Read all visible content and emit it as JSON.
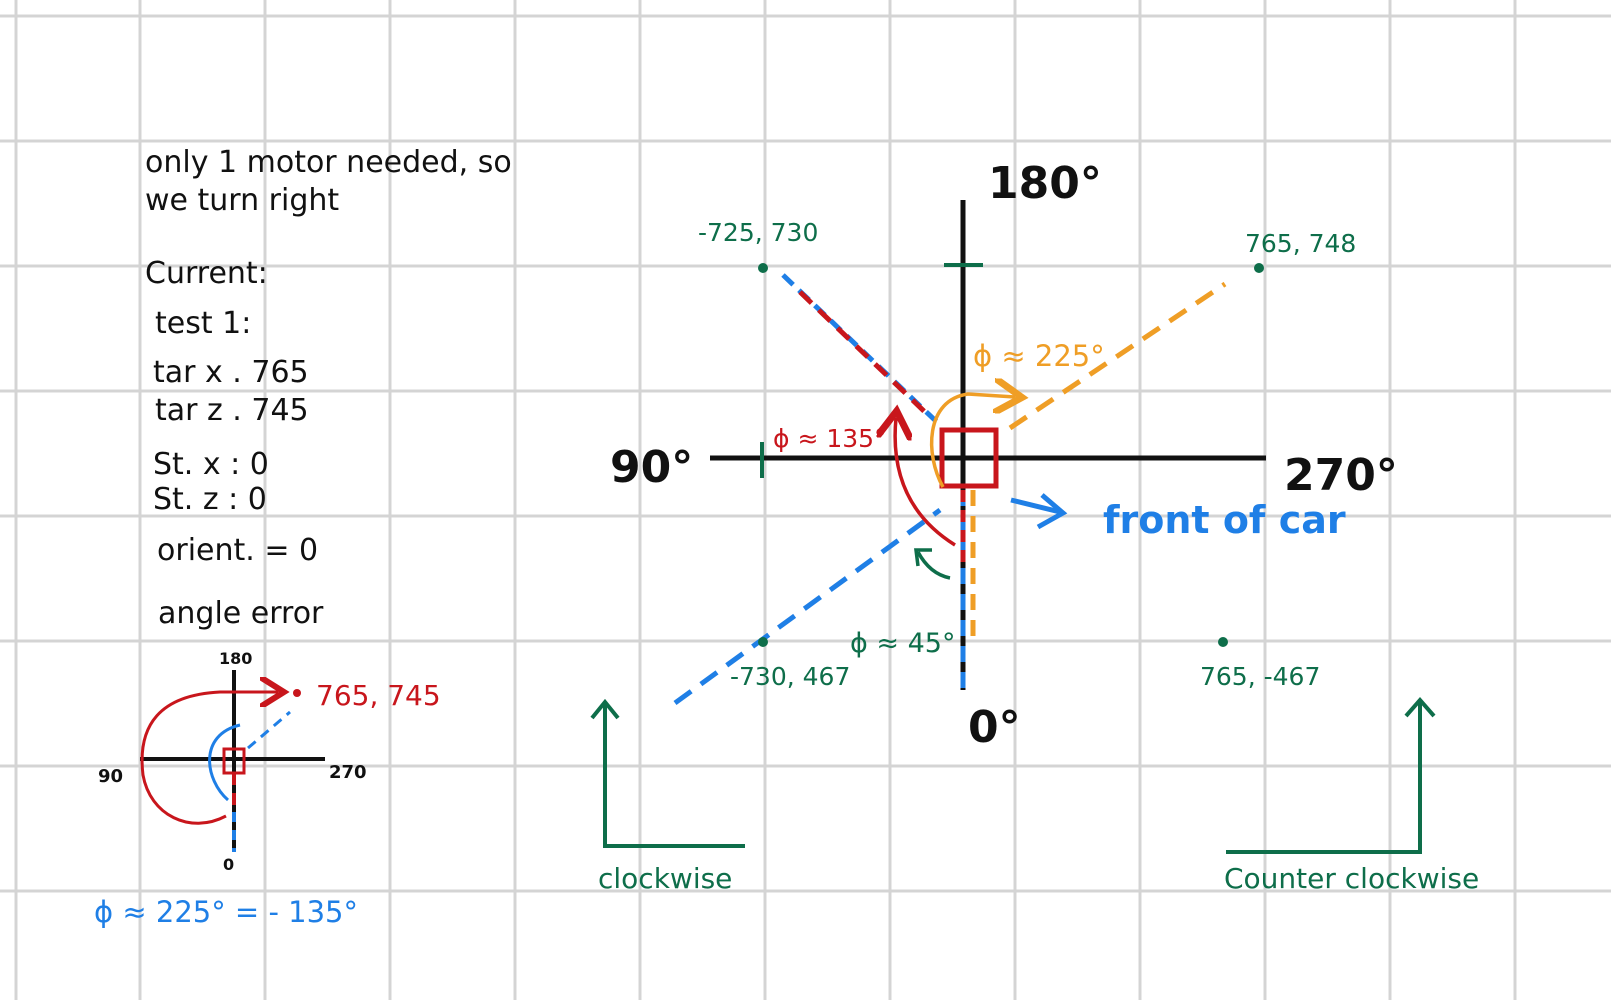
{
  "notes": {
    "line1": "only 1 motor needed, so",
    "line2": "we turn right",
    "current": "Current:",
    "test": "test 1:",
    "tar_x": "tar x . 765",
    "tar_z": "tar z . 745",
    "st_x": "St. x : 0",
    "st_z": "St. z : 0",
    "orient": "orient. = 0",
    "angle_error": "angle error"
  },
  "mini": {
    "top": "180",
    "left": "90",
    "right": "270",
    "bottom": "0",
    "point": "765, 745",
    "phi": "ϕ ≈ 225° = - 135°"
  },
  "main": {
    "deg_top": "180°",
    "deg_left": "90°",
    "deg_right": "270°",
    "deg_bottom": "0°",
    "pt_tl": "-725, 730",
    "pt_tr": "765, 748",
    "pt_bl": "-730, 467",
    "pt_br": "765, -467",
    "phi_orange": "ϕ ≈ 225°",
    "phi_red": "ϕ ≈ 135°",
    "phi_green": "ϕ ≈ 45°",
    "front": "front of car",
    "clockwise": "clockwise",
    "counter": "Counter clockwise"
  },
  "colors": {
    "grid": "#d4d4d4",
    "ink": "#111111",
    "green": "#0e6e4a",
    "red": "#c8161c",
    "orange": "#ef9e26",
    "blue": "#1f7fe6"
  }
}
